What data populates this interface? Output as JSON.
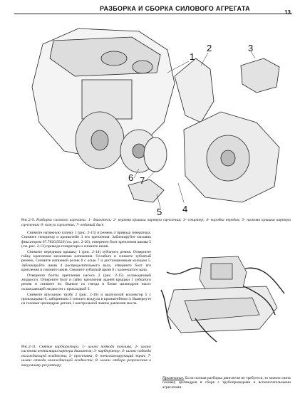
{
  "header": {
    "title": "РАЗБОРКА И СБОРКА СИЛОВОГО АГРЕГАТА",
    "page_number": "13"
  },
  "figure1": {
    "callouts": [
      "1",
      "2",
      "3",
      "4",
      "5",
      "6",
      "7"
    ]
  },
  "caption1": {
    "label": "Рис.2-9.",
    "text": "Разборка силового агрегата: 1- двигатель; 2- верхняя крышка картера сцепления; 3- стартер; 4- коробка передач; 5- нижняя крышка картера сцепления; 6- кожух сцепления; 7- ведомый диск"
  },
  "body_paragraphs": [
    "Снимите натяжную планку 1 (рис. 2-13) и ремень 4 привода генератора. Снимите генератор и кронштейн 3 его крепления. Заблокируйте маховик фиксатором 67.7820.9526 (см. рис. 2-20), отверните болт крепления шкива 5 (см. рис. 2-13) привода генератора и снимите шкив.",
    "Снимите переднюю крышку 1 (рис. 2-14) зубчатого ремня. Отверните гайку крепления механизма натяжения. Ослабьте и снимите зубчатый ремень. Снимите натяжной ролик 6 с осью 7 и дистанционным кольцом 5. Заблокируйте шкив 4 распределительного вала, отверните болт его крепления и снимите шкив. Снимите зубчатый шкив 8 с коленчатого вала.",
    "Отверните болты крепления насоса 2 (рис. 2-15) охлаждающей жидкости. Отверните болт и гайку крепления задней крышки 1 зубчатого ремня и снимите ее. Выньте из гнезда в блоке цилиндров насос охлаждающей жидкости с прокладкой 3.",
    "Снимите впускную трубу 2 (рис. 2-16) и выпускной коллектор 5 с прокладками 6, заборником 3 теплого воздуха и кронштейном 4. Вывернуте из головки цилиндров датчик 1 контрольной лампы давления масла."
  ],
  "caption2": {
    "label": "Рис.2-11.",
    "text": "Снятие карбюратора: 1- шланг подвода топлива; 2- шланг системы вентиляции картера двигателя; 3- карбюратор; 4- шланг подвода охлаждающей жидкости; 5- проставка; 6- теплоизолирующий экран; 7- шланг отвода охлаждающей жидкости; 8- шланг отбора разрежения к вакуумному регулятору"
  },
  "note": {
    "label": "Примечание.",
    "text": "Если полная разборка двигателя не требуется, то можно снять головку цилиндров в сборе с трубопроводами и вспомогательными агрегатами."
  }
}
